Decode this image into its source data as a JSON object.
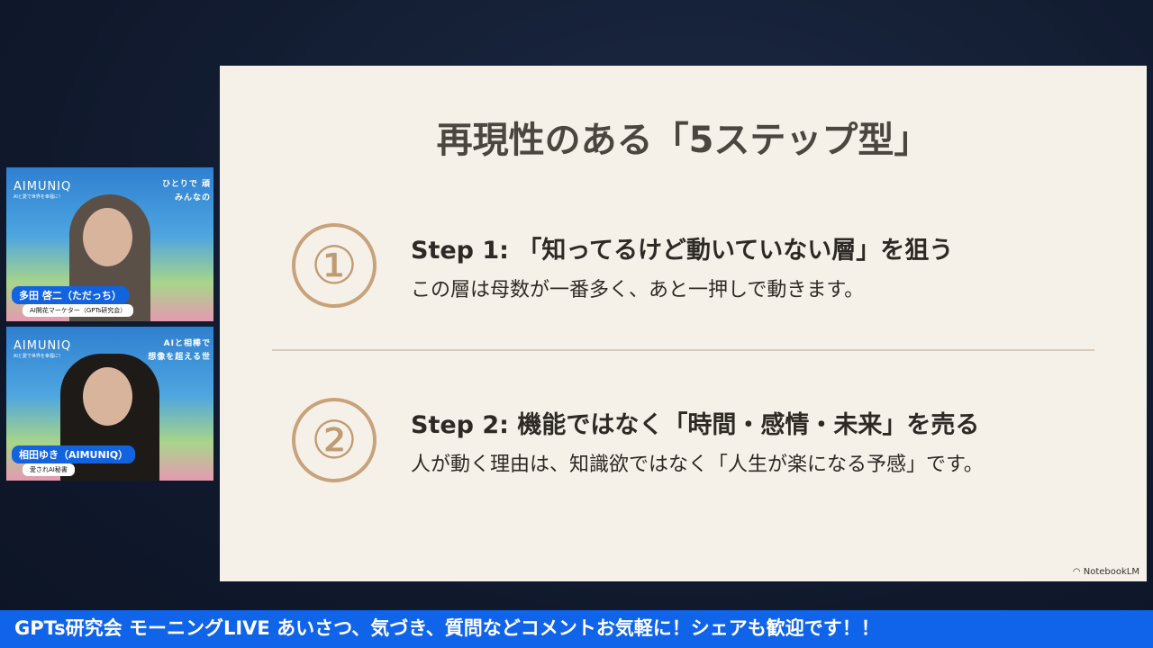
{
  "slide": {
    "title": "再現性のある「5ステップ型」",
    "steps": [
      {
        "number": "①",
        "heading": "Step 1: 「知ってるけど動いていない層」を狙う",
        "description": "この層は母数が一番多く、あと一押しで動きます。"
      },
      {
        "number": "②",
        "heading": "Step 2: 機能ではなく「時間・感情・未来」を売る",
        "description": "人が動く理由は、知識欲ではなく「人生が楽になる予感」です。"
      }
    ],
    "watermark": "NotebookLM"
  },
  "participants": [
    {
      "brand": "AIMUNIQ",
      "tagline": "AIと愛で世界を幸福に！",
      "bg_text": [
        "ひとりで 頑",
        "みんなの"
      ],
      "name": "多田 啓二（ただっち）",
      "role": "AI開花マーケター（GPTs研究会）"
    },
    {
      "brand": "AIMUNIQ",
      "tagline": "AIと愛で世界を幸福に！",
      "bg_text": [
        "AIと相棒で",
        "想像を超える世"
      ],
      "name": "相田ゆき（AIMUNIQ）",
      "role": "愛されAI秘書"
    }
  ],
  "banner": {
    "text": "GPTs研究会 モーニングLIVE あいさつ、気づき、質問などコメントお気軽に！シェアも歓迎です！！"
  },
  "colors": {
    "banner": "#1064ea",
    "slide_bg": "#f5f1e9",
    "accent": "#c7a27a"
  }
}
